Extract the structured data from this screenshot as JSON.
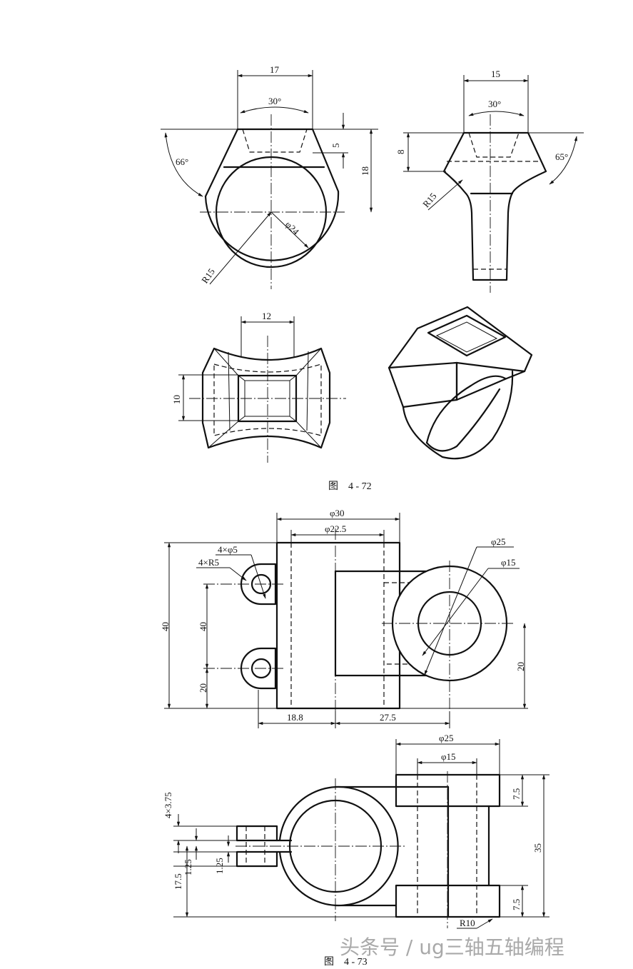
{
  "figure_a": {
    "caption": "图　4 - 72",
    "front": {
      "width": "17",
      "angle": "30°",
      "depth": "5",
      "height": "18",
      "side_angle": "66°",
      "diameter": "φ24",
      "radius": "R15"
    },
    "side": {
      "width": "15",
      "angle": "30°",
      "height": "8",
      "side_angle": "65°",
      "radius": "R15"
    },
    "top": {
      "width": "12",
      "height": "10"
    }
  },
  "figure_b": {
    "caption": "图　4 - 73",
    "front": {
      "dia_outer": "φ30",
      "dia_inner": "φ22.5",
      "holes": "4×φ5",
      "lugs": "4×R5",
      "boss_outer": "φ25",
      "boss_inner": "φ15",
      "height_total": "40",
      "hole_spacing": "40",
      "hole_low": "20",
      "boss_height": "20",
      "offset_a": "18.8",
      "offset_b": "27.5"
    },
    "top": {
      "dia_outer": "φ25",
      "dia_inner": "φ15",
      "lug_thick": "4×3.75",
      "gap_a": "1.25",
      "gap_b": "1.25",
      "half_height": "17.5",
      "flange_top": "7.5",
      "height_total": "35",
      "flange_bottom": "7.5",
      "radius": "R10"
    }
  },
  "watermark": "头条号 / ug三轴五轴编程"
}
